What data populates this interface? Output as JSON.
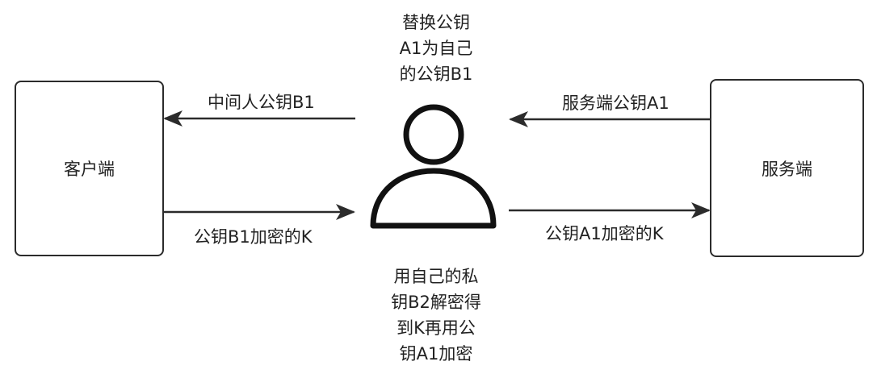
{
  "nodes": {
    "client": "客户端",
    "server": "服务端"
  },
  "edges": {
    "mitm_to_client": "中间人公钥B1",
    "server_to_mitm": "服务端公钥A1",
    "client_to_mitm": "公钥B1加密的K",
    "mitm_to_server": "公钥A1加密的K"
  },
  "notes": {
    "top": [
      "替换公钥",
      "A1为自己",
      "的公钥B1"
    ],
    "bottom": [
      "用自己的私",
      "钥B2解密得",
      "到K再用公",
      "钥A1加密"
    ]
  }
}
